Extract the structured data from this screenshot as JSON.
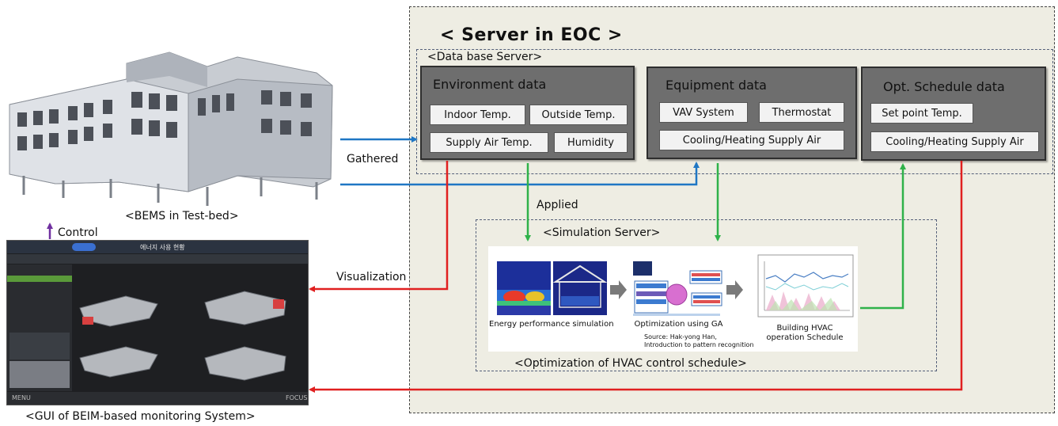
{
  "building": {
    "caption": "<BEMS in Test-bed>"
  },
  "gui": {
    "caption": "<GUI of BEIM-based monitoring System>",
    "header_title": "에너지 사용 현황",
    "footer_left": "MENU",
    "footer_right": "FOCUS"
  },
  "eoc": {
    "title": "< Server in EOC >"
  },
  "db_server": {
    "label": "<Data base Server>",
    "environment": {
      "title": "Environment data",
      "items": [
        "Indoor Temp.",
        "Outside Temp.",
        "Supply Air Temp.",
        "Humidity"
      ]
    },
    "equipment": {
      "title": "Equipment data",
      "items": [
        "VAV System",
        "Thermostat",
        "Cooling/Heating Supply Air"
      ]
    },
    "schedule": {
      "title": "Opt. Schedule data",
      "items": [
        "Set point Temp.",
        "Cooling/Heating Supply Air"
      ]
    }
  },
  "simulation": {
    "label": "<Simulation Server>",
    "subtitle": "<Optimization of HVAC control schedule>",
    "steps": {
      "energy": "Energy performance simulation",
      "ga": "Optimization using GA",
      "source_line1": "Source: Hak-yong Han,",
      "source_line2": "Introduction to pattern recognition",
      "hvac_line1": "Building HVAC",
      "hvac_line2": "operation Schedule"
    }
  },
  "flows": {
    "gathered": "Gathered",
    "applied": "Applied",
    "visualization": "Visualization",
    "control": "Control"
  },
  "colors": {
    "gathered": "#1f77c4",
    "applied": "#2fb24a",
    "visualization": "#e02020",
    "control": "#7030a0",
    "panel": "#6e6e6e",
    "eoc_bg": "#eeede3"
  }
}
